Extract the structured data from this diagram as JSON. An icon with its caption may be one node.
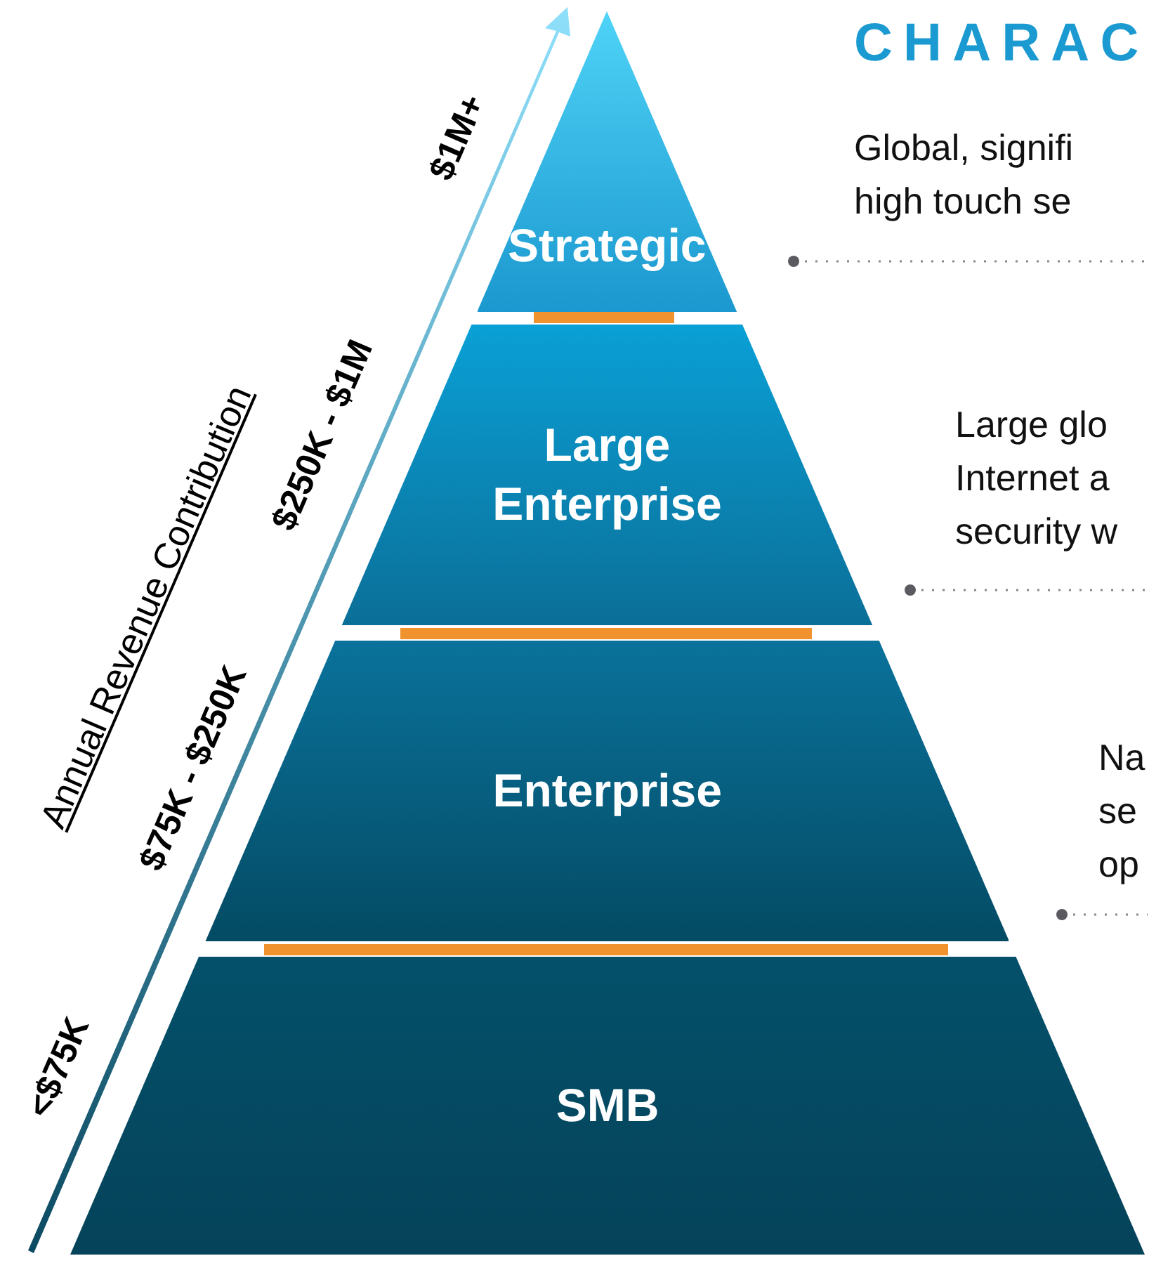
{
  "diagram": {
    "title": "CHARAC",
    "nodes": [
      {
        "text": [
          "Strategic"
        ]
      },
      {
        "text": [
          "Large Enterprise"
        ]
      },
      {
        "text": [
          "Enterprise"
        ]
      },
      {
        "text": [
          "SMB"
        ]
      }
    ],
    "labels": [
      "$1M+",
      "$250K - $1M",
      "Annual Revenue Contribution",
      "$75K - $250K",
      "<$75K",
      "Global, signifi high touch se",
      "Large glo Internet a security w",
      "Na se op"
    ]
  }
}
